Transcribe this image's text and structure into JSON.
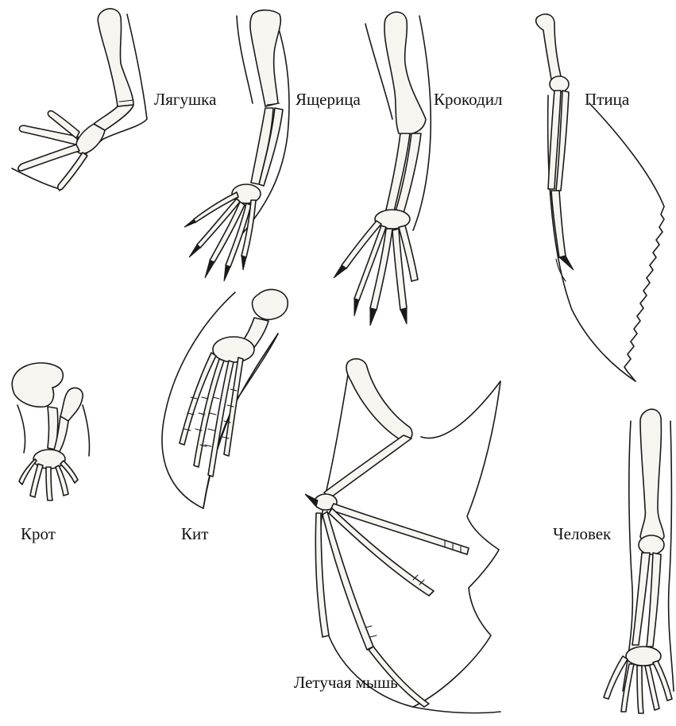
{
  "labels": {
    "frog": "Лягушка",
    "lizard": "Ящерица",
    "crocodile": "Крокодил",
    "bird": "Птица",
    "mole": "Крот",
    "whale": "Кит",
    "bat": "Летучая мышь",
    "human": "Человек"
  }
}
